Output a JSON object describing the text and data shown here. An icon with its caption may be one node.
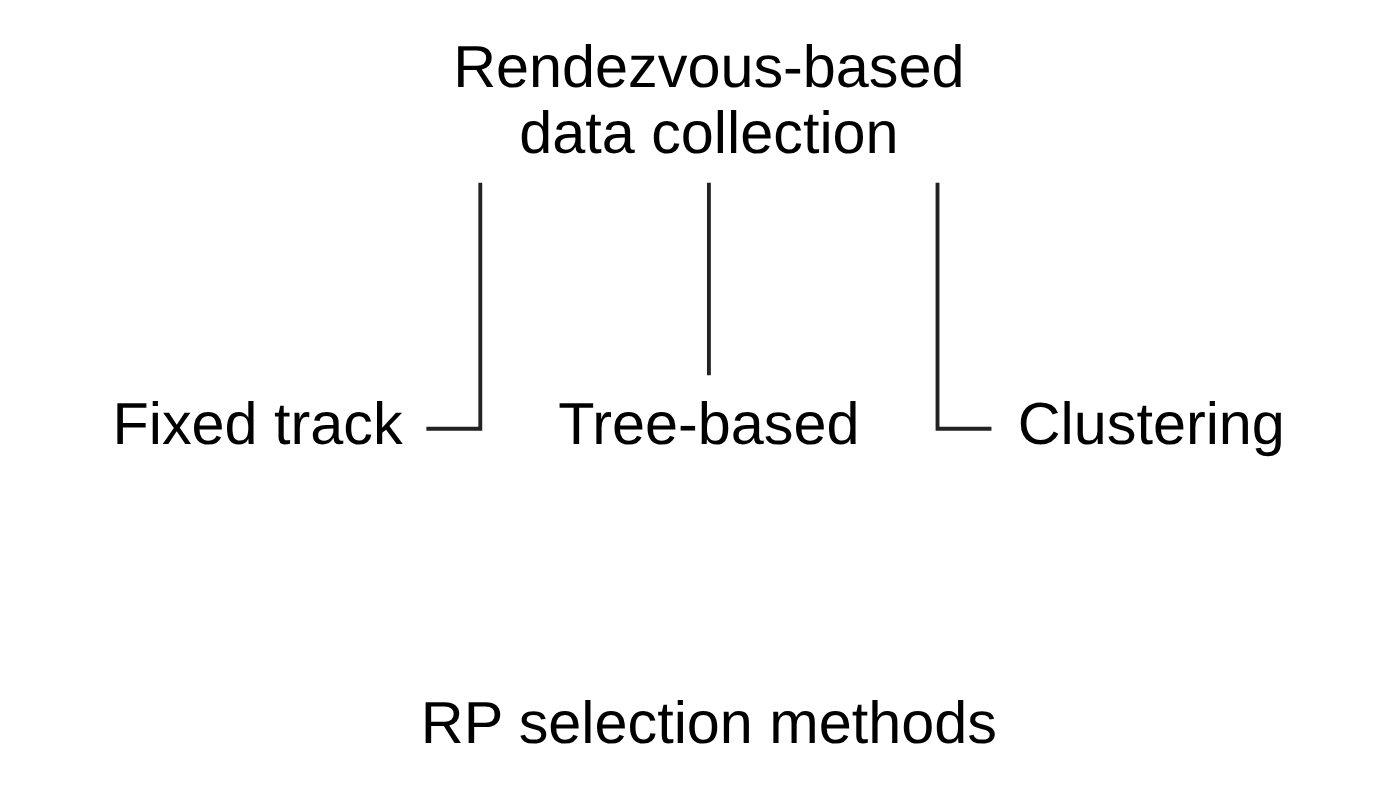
{
  "diagram": {
    "nodes": [
      {
        "text": [
          "Rendezvous-based data collection"
        ]
      },
      {
        "text": [
          "Fixed track"
        ]
      },
      {
        "text": [
          "Tree-based"
        ]
      },
      {
        "text": [
          "Clustering"
        ]
      }
    ],
    "edges": [
      {
        "from": 0,
        "to": 1,
        "arrow": "none"
      },
      {
        "from": 0,
        "to": 2,
        "arrow": "none"
      },
      {
        "from": 0,
        "to": 3,
        "arrow": "none"
      }
    ],
    "labels": [
      "RP selection methods"
    ]
  }
}
